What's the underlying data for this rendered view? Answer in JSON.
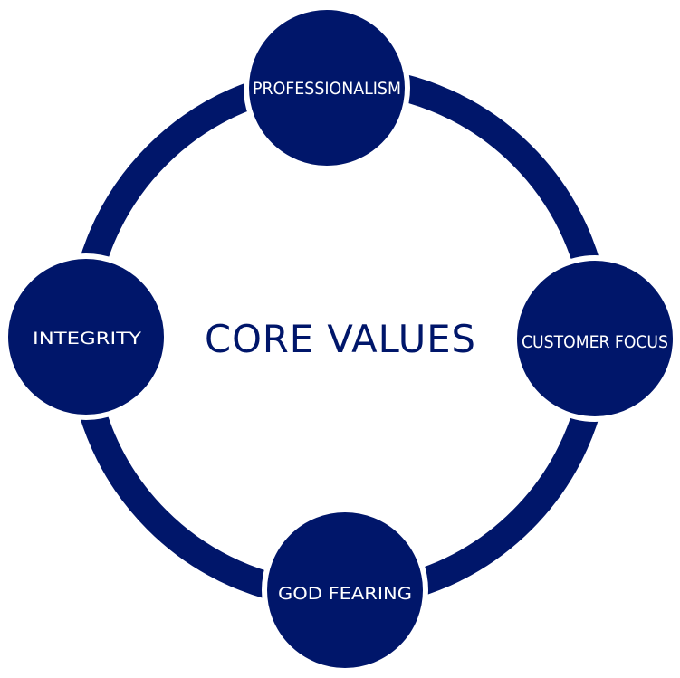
{
  "diagram": {
    "center_title": "CORE VALUES",
    "nodes": [
      {
        "label": "PROFESSIONALISM"
      },
      {
        "label": "CUSTOMER FOCUS"
      },
      {
        "label": "GOD FEARING"
      },
      {
        "label": "INTEGRITY"
      }
    ]
  },
  "colors": {
    "primary": "#00166a",
    "background": "#ffffff"
  }
}
